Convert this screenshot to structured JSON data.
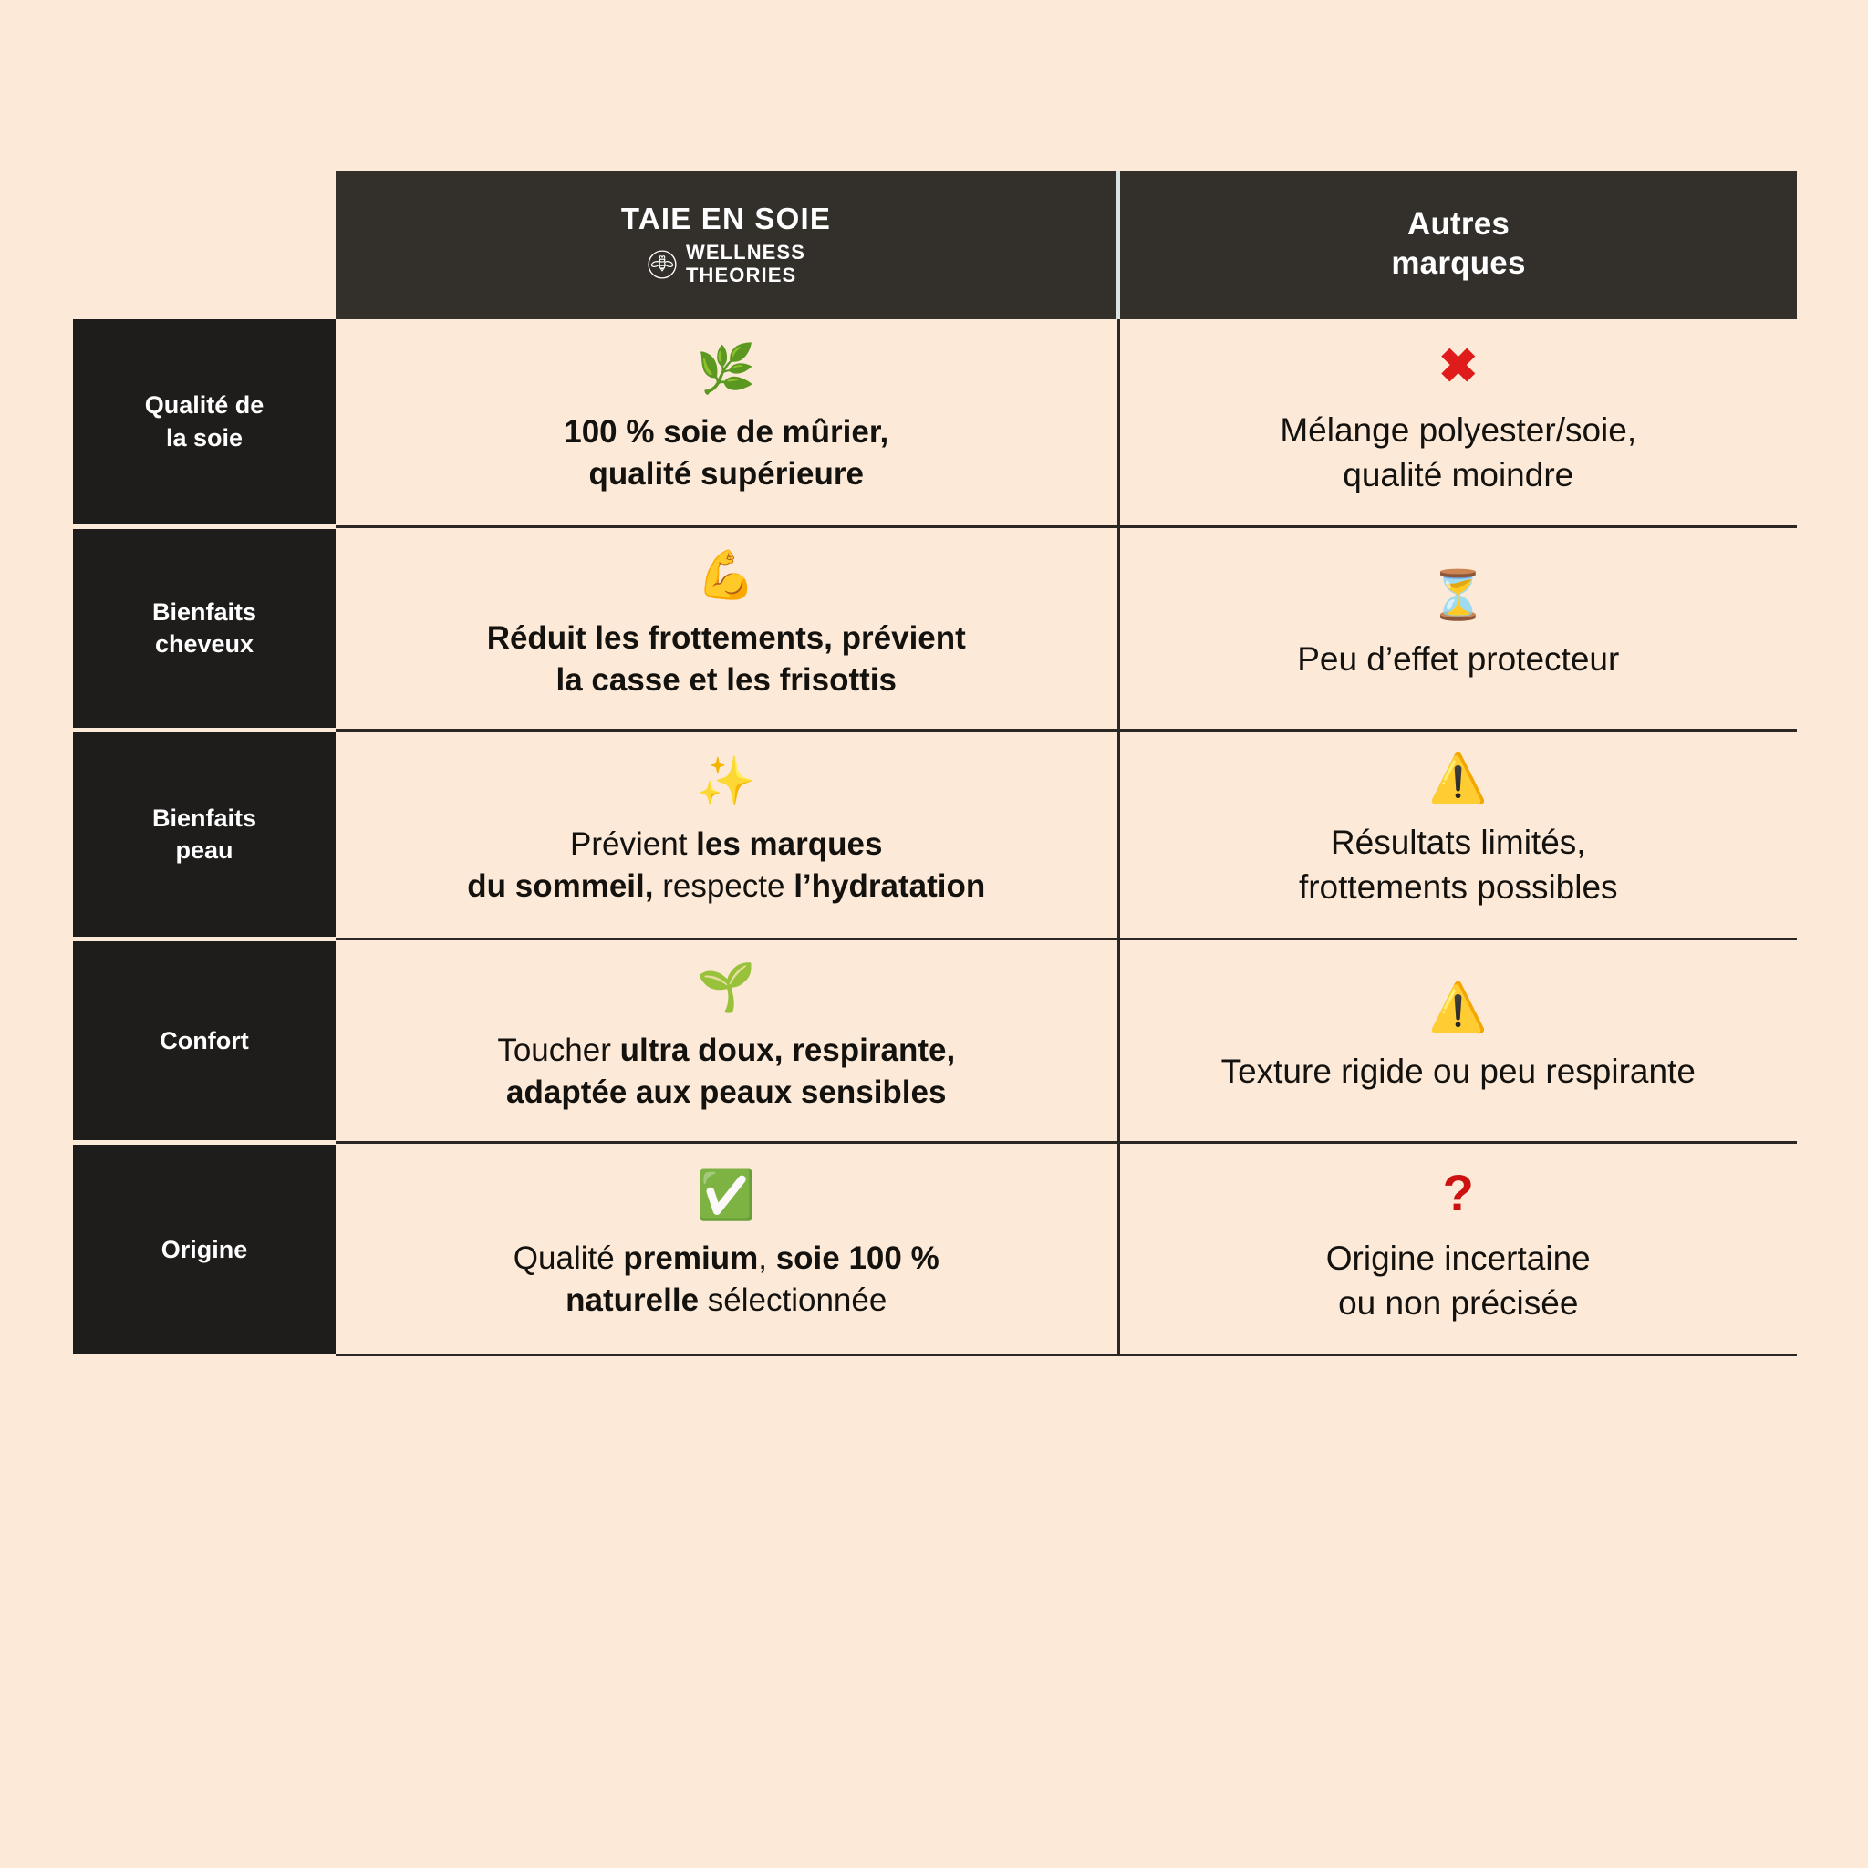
{
  "theme": {
    "page_background": "#fce9d7",
    "header_background": "#332f2b",
    "label_background": "#1f1d1c",
    "cell_background": "#fce9d7",
    "border_color": "#2a2725",
    "text_dark": "#14120f",
    "text_light": "#ffffff",
    "accent_red": "#e01b1b",
    "accent_question": "#cc1111"
  },
  "header": {
    "spacer": "",
    "brand": {
      "title": "TAIE EN SOIE",
      "logo_line1": "WELLNESS",
      "logo_line2": "THEORIES",
      "logo_icon": "bee-in-circle-icon"
    },
    "others": {
      "line1": "Autres",
      "line2": "marques"
    }
  },
  "rows": [
    {
      "label_line1": "Qualité de",
      "label_line2": "la soie",
      "brand": {
        "emoji": "🌿",
        "emoji_name": "herb-icon",
        "line1": "100 % soie de mûrier,",
        "line2": "qualité supérieure",
        "weight": "bold"
      },
      "others": {
        "emoji": "✖",
        "emoji_name": "cross-mark-icon",
        "line1": "Mélange polyester/soie,",
        "line2": "qualité moindre"
      }
    },
    {
      "label_line1": "Bienfaits",
      "label_line2": "cheveux",
      "brand": {
        "emoji": "💪",
        "emoji_name": "flexed-biceps-icon",
        "line1": "Réduit les frottements, prévient",
        "line2": "la casse et les frisottis",
        "weight": "bold"
      },
      "others": {
        "emoji": "⏳",
        "emoji_name": "hourglass-icon",
        "line1": "Peu d’effet protecteur",
        "line2": ""
      }
    },
    {
      "label_line1": "Bienfaits",
      "label_line2": "peau",
      "brand": {
        "emoji": "✨",
        "emoji_name": "sparkles-icon",
        "line1_html": "Prévient <b>les marques</b>",
        "line2_html": "<b>du sommeil,</b> respecte <b>l’hydratation</b>",
        "weight": "mixed"
      },
      "others": {
        "emoji": "⚠️",
        "emoji_name": "warning-icon",
        "line1": "Résultats limités,",
        "line2": "frottements possibles"
      }
    },
    {
      "label_line1": "Confort",
      "label_line2": "",
      "brand": {
        "emoji": "🌱",
        "emoji_name": "seedling-icon",
        "line1_html": "Toucher <b>ultra doux, respirante,</b>",
        "line2_html": "<b>adaptée aux peaux sensibles</b>",
        "weight": "mixed"
      },
      "others": {
        "emoji": "⚠️",
        "emoji_name": "warning-icon",
        "line1": "Texture rigide ou peu respirante",
        "line2": ""
      }
    },
    {
      "label_line1": "Origine",
      "label_line2": "",
      "brand": {
        "emoji": "✅",
        "emoji_name": "check-mark-button-icon",
        "line1_html": "Qualité <b>premium</b>, <b>soie 100 %</b>",
        "line2_html": "<b>naturelle</b> sélectionnée",
        "weight": "mixed"
      },
      "others": {
        "emoji": "?",
        "emoji_name": "red-question-mark-icon",
        "line1": "Origine incertaine",
        "line2": "ou non précisée"
      }
    }
  ]
}
